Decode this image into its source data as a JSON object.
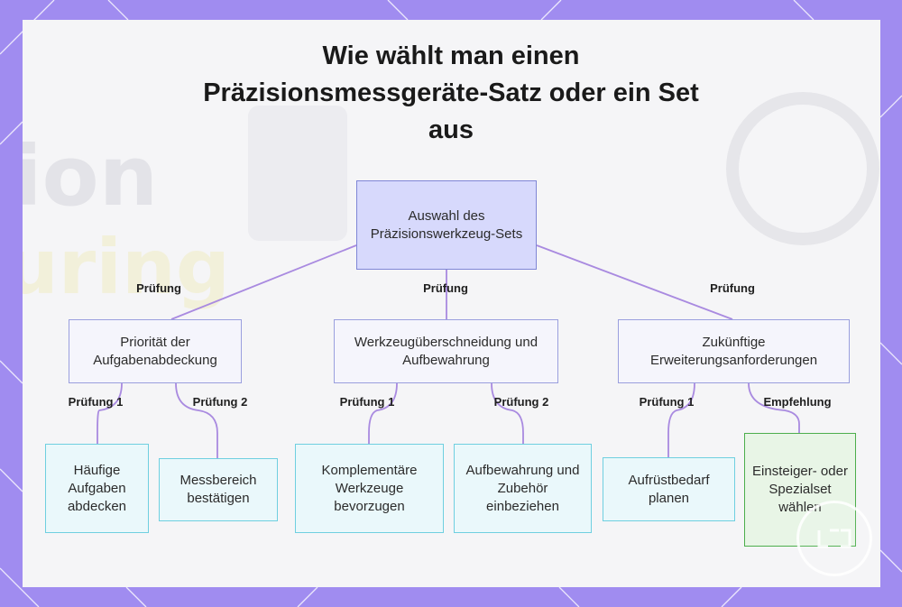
{
  "title": "Wie wählt man einen Präzisionsmessgeräte-Satz oder ein Set aus",
  "background_text": {
    "word1": "ion",
    "word2": "uring"
  },
  "colors": {
    "frame": "#a08cf0",
    "card": "#f5f5f7",
    "edge": "#a98ae0",
    "root_fill": "#d7d9fc",
    "leaf_fill": "#eaf8fb",
    "recommend_border": "#4cae4c"
  },
  "nodes": {
    "root": "Auswahl des Präzisionswerkzeug-Sets",
    "mid1": "Priorität der Aufgabenabdeckung",
    "mid2": "Werkzeugüberschneidung und Aufbewahrung",
    "mid3": "Zukünftige Erweiterungsanforderungen",
    "leaf1": "Häufige Aufgaben abdecken",
    "leaf2": "Messbereich bestätigen",
    "leaf3": "Komplementäre Werkzeuge bevorzugen",
    "leaf4": "Aufbewahrung und Zubehör einbeziehen",
    "leaf5": "Aufrüstbedarf planen",
    "leaf6": "Einsteiger- oder Spezialset wählen"
  },
  "edge_labels": {
    "root_mid1": "Prüfung",
    "root_mid2": "Prüfung",
    "root_mid3": "Prüfung",
    "mid1_leaf1": "Prüfung 1",
    "mid1_leaf2": "Prüfung 2",
    "mid2_leaf3": "Prüfung 1",
    "mid2_leaf4": "Prüfung 2",
    "mid3_leaf5": "Prüfung 1",
    "mid3_leaf6": "Empfehlung"
  }
}
